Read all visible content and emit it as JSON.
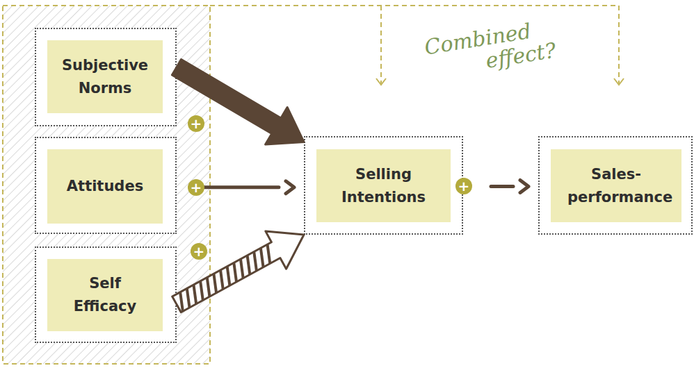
{
  "diagram": {
    "nodes": [
      {
        "text": [
          "Subjective Norms"
        ]
      },
      {
        "text": [
          "Attitudes"
        ]
      },
      {
        "text": [
          "Self Efficacy"
        ]
      },
      {
        "text": [
          "Selling Intentions"
        ]
      },
      {
        "text": [
          "Sales-performance"
        ]
      }
    ],
    "edges": [
      {
        "from": 0,
        "to": 3,
        "arrow": "to"
      },
      {
        "from": 1,
        "to": 3,
        "arrow": "to"
      },
      {
        "from": 2,
        "to": 3,
        "arrow": "to"
      },
      {
        "from": 3,
        "to": 4,
        "arrow": "to"
      }
    ],
    "labels": [
      "Combined effect?",
      "+",
      "+",
      "+",
      "+"
    ]
  }
}
